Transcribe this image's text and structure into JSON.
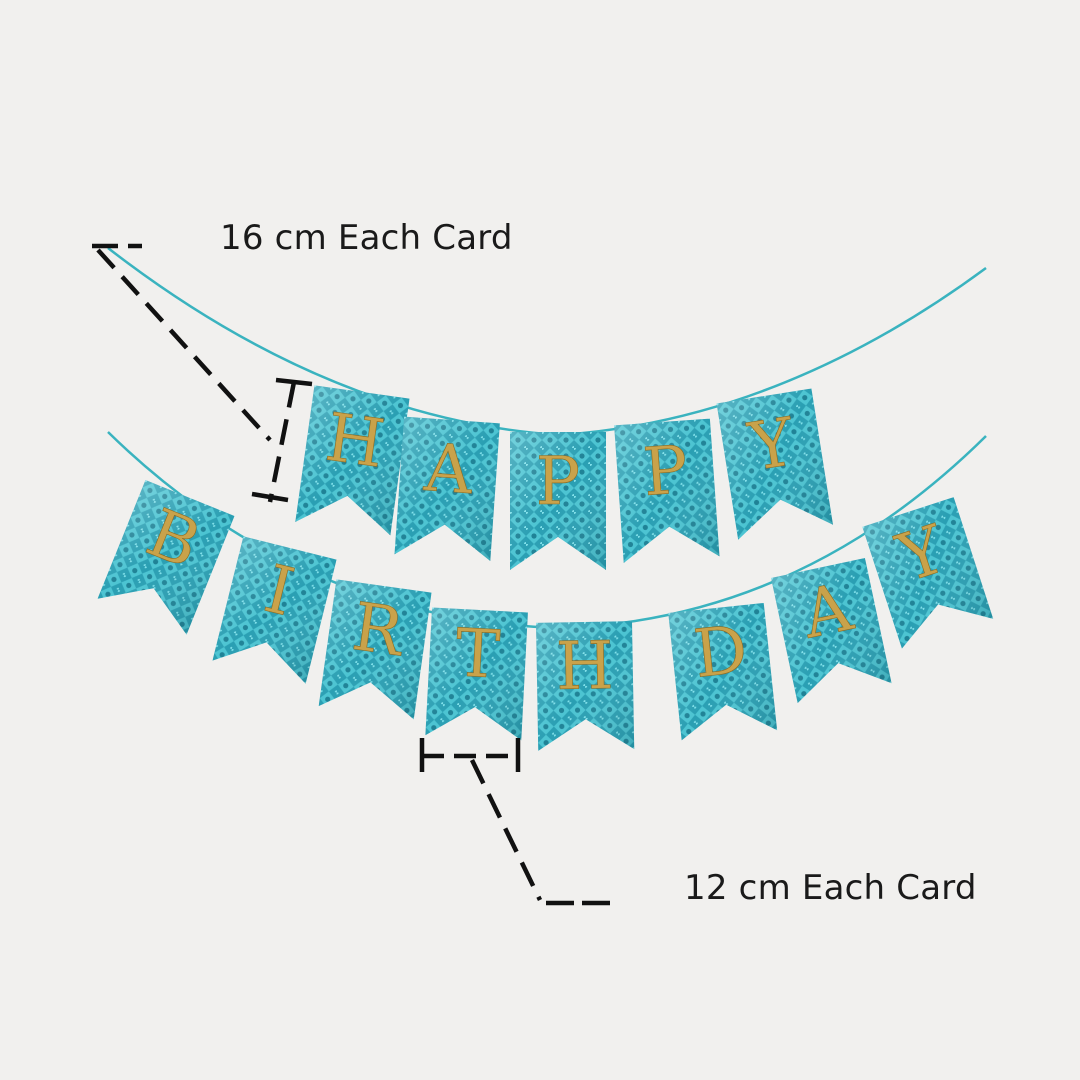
{
  "annotations": {
    "height_label": "16 cm Each Card",
    "width_label": "12 cm Each Card"
  },
  "banner": {
    "row1_letters": [
      "H",
      "A",
      "P",
      "P",
      "Y"
    ],
    "row2_letters": [
      "B",
      "I",
      "R",
      "T",
      "H",
      "D",
      "A",
      "Y"
    ]
  },
  "colors": {
    "background": "#f1f0ee",
    "flag_teal": "#2fa8bb",
    "flag_light": "#5fd0dd",
    "letter_gold": "#c9a24a",
    "string": "#3ab3bf",
    "marker": "#111111"
  }
}
